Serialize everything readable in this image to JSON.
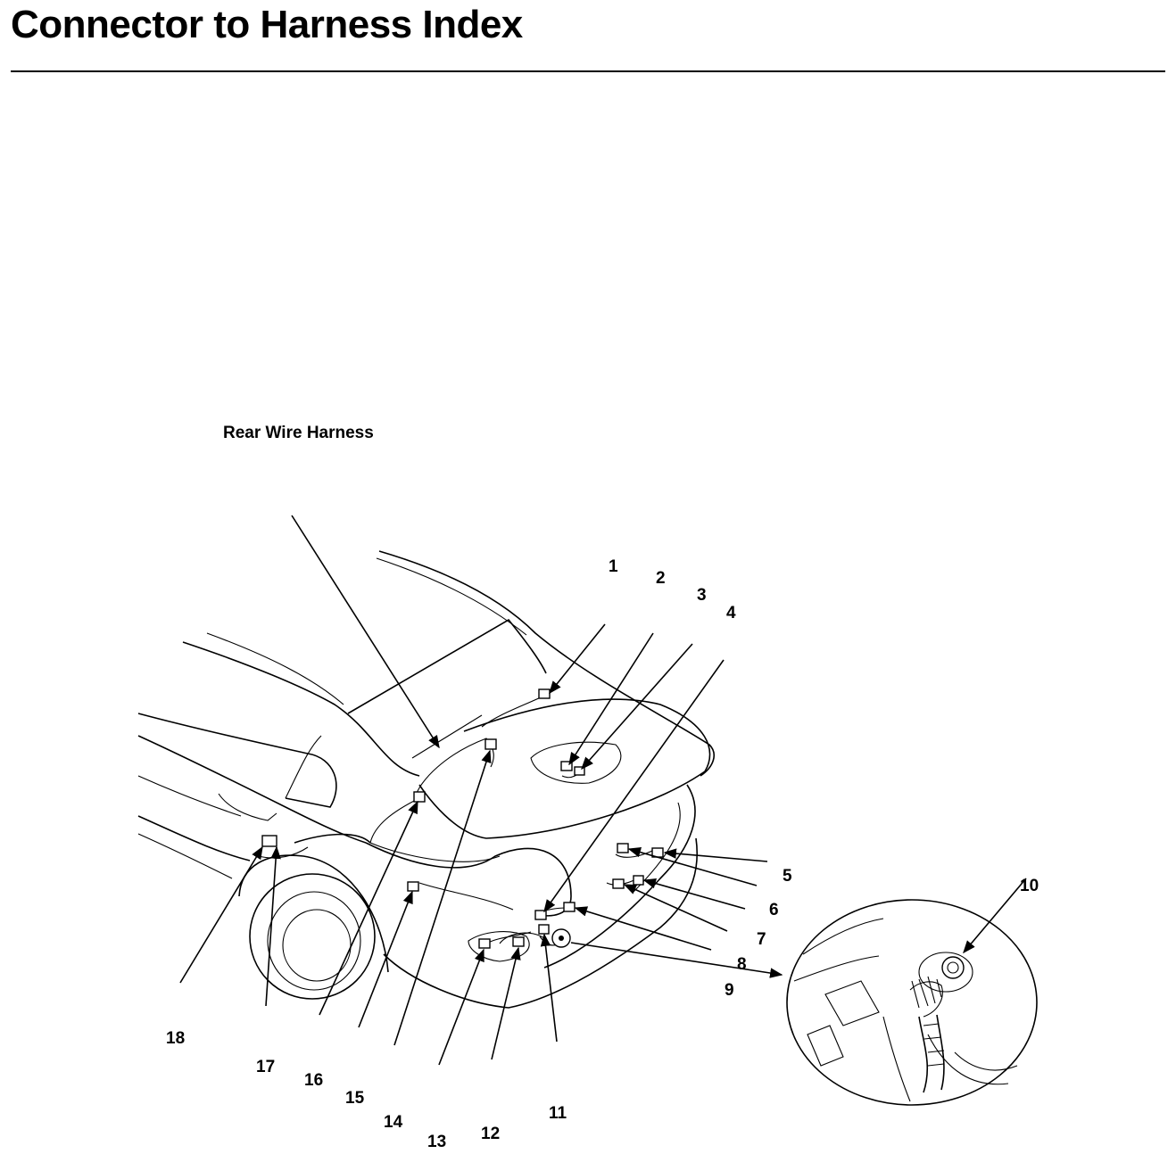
{
  "header": {
    "title": "Connector to Harness Index"
  },
  "diagram": {
    "label": "Rear Wire Harness",
    "callouts": [
      "1",
      "2",
      "3",
      "4",
      "5",
      "6",
      "7",
      "8",
      "9",
      "10",
      "11",
      "12",
      "13",
      "14",
      "15",
      "16",
      "17",
      "18"
    ]
  }
}
